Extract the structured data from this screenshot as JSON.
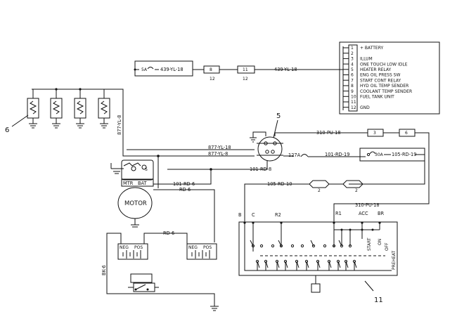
{
  "callouts": {
    "heaters": "6",
    "relay": "5",
    "key_switch": "11"
  },
  "wires": {
    "yl439": "439-YL-18",
    "yl439b": "439-YL-18",
    "yl877_vert": "877-YL-8",
    "yl877_18": "877-YL-18",
    "yl877_8": "877-YL-8",
    "pu310": "310-PU-18",
    "pu310b": "310-PU-18",
    "rd127a": "127A",
    "rd101_19": "101-RD-19",
    "rd101_8": "101-RD-8",
    "rd101_6": "101-RD-6",
    "rd105_19": "105-RD-19",
    "rd105_10": "105-RD-10",
    "rd_6": "RD-6",
    "rd_6b": "RD-6",
    "bk_6": "BK-6"
  },
  "fuses": {
    "f5a": "5A",
    "f30a": "30A"
  },
  "connectors": {
    "c8": "8",
    "c12a": "12",
    "c11": "11",
    "c12b": "12",
    "c3": "3",
    "c6": "6",
    "c2a": "2",
    "c2b": "2"
  },
  "panel": {
    "items": [
      {
        "num": "1",
        "label": "+ BATTERY"
      },
      {
        "num": "2",
        "label": ""
      },
      {
        "num": "3",
        "label": "ILLUM"
      },
      {
        "num": "4",
        "label": "ONE TOUCH LOW IDLE"
      },
      {
        "num": "5",
        "label": "HEATER RELAY"
      },
      {
        "num": "6",
        "label": "ENG OIL PRESS SW"
      },
      {
        "num": "7",
        "label": "START CONT RELAY"
      },
      {
        "num": "8",
        "label": "HYD OIL TEMP SENDER"
      },
      {
        "num": "9",
        "label": "COOLANT TEMP SENDER"
      },
      {
        "num": "10",
        "label": "FUEL TANK UNIT"
      },
      {
        "num": "11",
        "label": ""
      },
      {
        "num": "12",
        "label": "GND"
      }
    ]
  },
  "starter": {
    "mtr": "MTR",
    "bat": "BAT",
    "s": "S",
    "motor": "MOTOR"
  },
  "batteries": {
    "neg1": "NEG",
    "pos1": "POS",
    "neg2": "NEG",
    "pos2": "POS"
  },
  "switch": {
    "b": "B",
    "c": "C",
    "r2": "R2",
    "r1": "R1",
    "acc": "ACC",
    "br": "BR",
    "start": "START",
    "on": "ON",
    "off": "OFF",
    "preheat": "PREHEAT"
  }
}
